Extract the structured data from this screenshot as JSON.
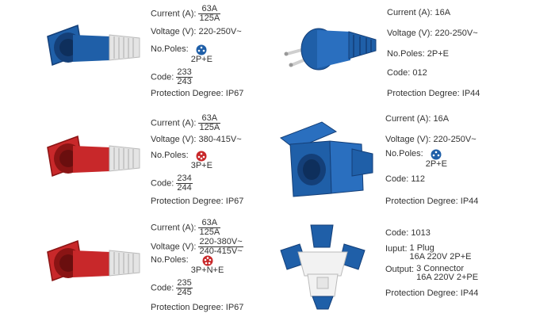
{
  "colors": {
    "blue": "#1f5fa8",
    "blue_dark": "#143f78",
    "red": "#c8282a",
    "red_dark": "#8a1414",
    "grey": "#e4e4e4"
  },
  "products": [
    {
      "image": "blue-industrial-connector",
      "current_label": "Current (A):",
      "current_top": "63A",
      "current_bottom": "125A",
      "voltage_label": "Voltage (V):",
      "voltage": "220-250V~",
      "poles_label": "No.Poles:",
      "poles": "2P+E",
      "code_label": "Code:",
      "code_top": "233",
      "code_bottom": "243",
      "protection_label": "Protection Degree:",
      "protection": "IP67"
    },
    {
      "image": "blue-schuko-plug",
      "current_label": "Current (A):",
      "current": "16A",
      "voltage_label": "Voltage (V):",
      "voltage": "220-250V~",
      "poles_label": "No.Poles:",
      "poles": "2P+E",
      "code_label": "Code:",
      "code": "012",
      "protection_label": "Protection Degree:",
      "protection": "IP44"
    },
    {
      "image": "red-industrial-connector",
      "current_label": "Current (A):",
      "current_top": "63A",
      "current_bottom": "125A",
      "voltage_label": "Voltage (V):",
      "voltage": "380-415V~",
      "poles_label": "No.Poles:",
      "poles": "3P+E",
      "code_label": "Code:",
      "code_top": "234",
      "code_bottom": "244",
      "protection_label": "Protection Degree:",
      "protection": "IP67"
    },
    {
      "image": "blue-panel-socket",
      "current_label": "Current (A):",
      "current": "16A",
      "voltage_label": "Voltage (V):",
      "voltage": "220-250V~",
      "poles_label": "No.Poles:",
      "poles": "2P+E",
      "code_label": "Code:",
      "code": "112",
      "protection_label": "Protection Degree:",
      "protection": "IP44"
    },
    {
      "image": "red-industrial-connector",
      "current_label": "Current (A):",
      "current_top": "63A",
      "current_bottom": "125A",
      "voltage_label": "Voltage (V):",
      "voltage_top": "220-380V~",
      "voltage_bottom": "240-415V~",
      "poles_label": "No.Poles:",
      "poles": "3P+N+E",
      "code_label": "Code:",
      "code_top": "235",
      "code_bottom": "245",
      "protection_label": "Protection Degree:",
      "protection": "IP67"
    },
    {
      "image": "three-way-adapter",
      "code_label": "Code:",
      "code": "1013",
      "input_label": "Iuput:",
      "input_line1": "1 Plug",
      "input_line2": "16A  220V  2P+E",
      "output_label": "Output:",
      "output_line1": "3 Connector",
      "output_line2": "16A  220V  2+PE",
      "protection_label": "Protection Degree:",
      "protection": "IP44"
    }
  ]
}
